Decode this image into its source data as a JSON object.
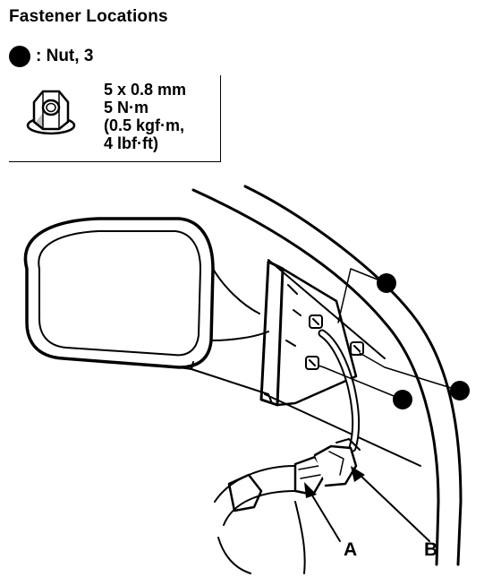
{
  "title": "Fastener Locations",
  "legend": {
    "symbol": "black-dot",
    "label": ": Nut, 3"
  },
  "spec": {
    "lines": [
      "5 x 0.8 mm",
      "5 N·m",
      "(0.5 kgf·m,",
      "4 lbf·ft)"
    ]
  },
  "diagram": {
    "callouts": [
      "A",
      "B"
    ],
    "nut_markers": 3
  },
  "colors": {
    "ink": "#000000",
    "paper": "#ffffff"
  }
}
